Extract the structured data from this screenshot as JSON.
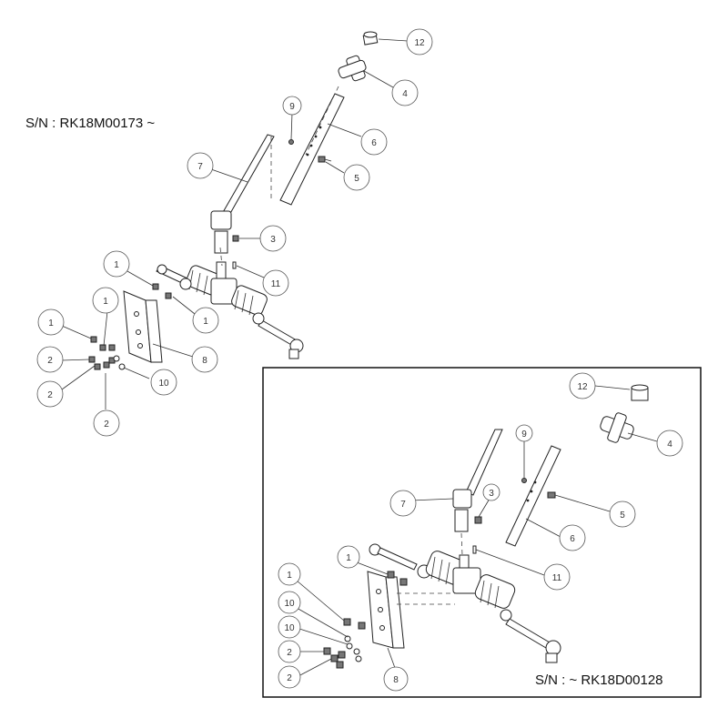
{
  "serial_labels": {
    "top": "S/N : RK18M00173 ~",
    "inset": "S/N : ~ RK18D00128"
  },
  "callouts_top": [
    "12",
    "4",
    "9",
    "6",
    "7",
    "5",
    "3",
    "11",
    "1",
    "1",
    "1",
    "1",
    "8",
    "2",
    "2",
    "10",
    "2"
  ],
  "callouts_inset": [
    "12",
    "4",
    "9",
    "7",
    "3",
    "5",
    "6",
    "1",
    "11",
    "1",
    "10",
    "10",
    "2",
    "2",
    "8"
  ],
  "colors": {
    "line": "#222222",
    "bubble_stroke": "#555555",
    "frame": "#111111"
  }
}
